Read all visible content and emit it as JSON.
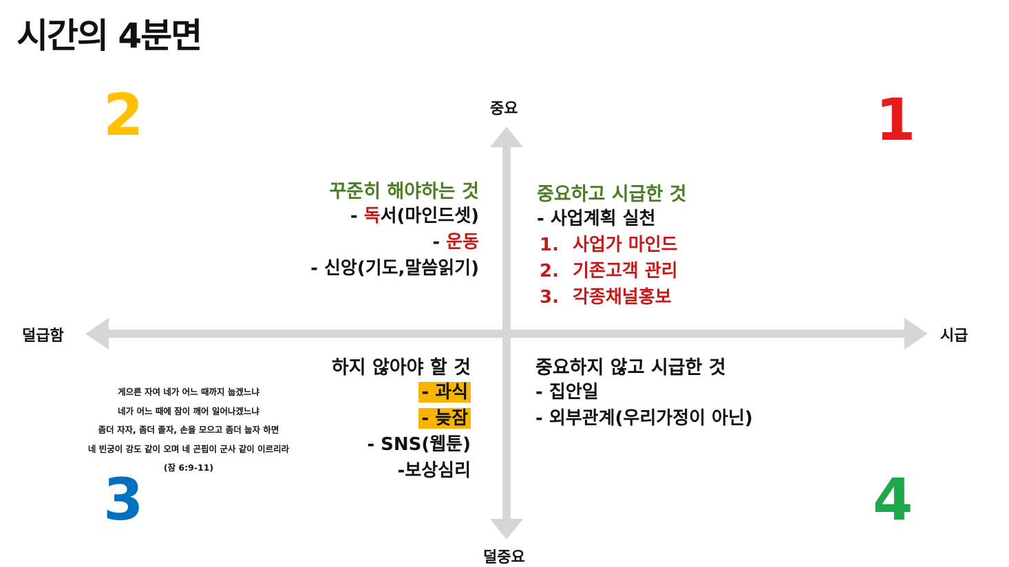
{
  "title": "시간의 4분면",
  "axes": {
    "top": "중요",
    "bottom": "덜중요",
    "left": "덜급함",
    "right": "시급"
  },
  "quadrant_numbers": {
    "q1": "1",
    "q2": "2",
    "q3": "3",
    "q4": "4"
  },
  "colors": {
    "q1": "#e41a1c",
    "q2": "#ffc000",
    "q3": "#0070c0",
    "q4": "#1fa84a",
    "axis": "#d6d6d6",
    "green_heading": "#4a7c23",
    "red_text": "#c81818",
    "highlight": "#f7b500"
  },
  "quadrant1": {
    "heading": "중요하고 시급한 것",
    "item_main": "- 사업계획 실천",
    "list": [
      {
        "num": "1.",
        "text": "사업가 마인드"
      },
      {
        "num": "2.",
        "text": "기존고객 관리"
      },
      {
        "num": "3.",
        "text": "각종채널홍보"
      }
    ]
  },
  "quadrant2": {
    "heading": "꾸준히 해야하는 것",
    "item1_prefix": "- ",
    "item1_red": "독",
    "item1_rest": "서(마인드셋)",
    "item2_prefix": "- ",
    "item2_red": "운동",
    "item3": "- 신앙(기도,말씀읽기)"
  },
  "quadrant3": {
    "heading": "하지 않아야 할 것",
    "item1": "- 과식",
    "item2": "- 늦잠",
    "item3": "- SNS(웹툰)",
    "item4": "-보상심리",
    "quote": [
      "게으른 자여 네가 어느 때까지 눕겠느냐",
      "네가 어느 때에 잠이 깨어 일어나겠느냐",
      "좀더 자자, 좀더 졸자, 손을 모으고 좀더 눕자 하면",
      "네 빈궁이 강도 같이 오며 네 곤핍이 군사 같이 이르리라",
      "(잠 6:9-11)"
    ]
  },
  "quadrant4": {
    "heading": "중요하지 않고 시급한 것",
    "item1": "- 집안일",
    "item2": "- 외부관계(우리가정이 아닌)"
  }
}
